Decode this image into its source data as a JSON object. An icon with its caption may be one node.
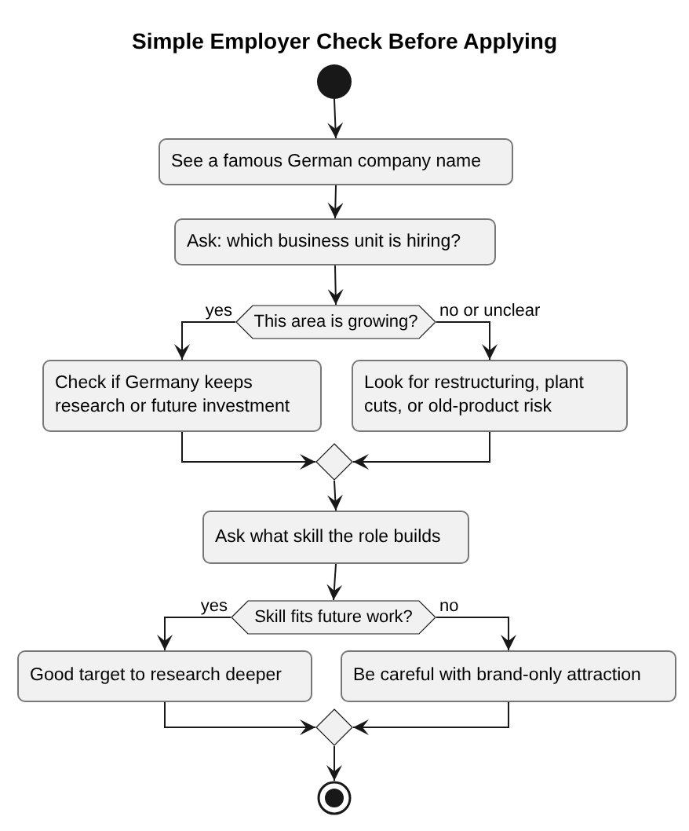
{
  "diagram": {
    "title": "Simple Employer Check Before Applying",
    "nodes": [
      {
        "text": [],
        "shape": "circle"
      },
      {
        "text": [
          "See a famous German company name"
        ]
      },
      {
        "text": [
          "Ask: which business unit is hiring?"
        ]
      },
      {
        "text": [
          "This area is growing?"
        ]
      },
      {
        "text": [
          "Check if Germany keeps research or future investment"
        ]
      },
      {
        "text": [
          "Look for restructuring, plant cuts, or old-product risk"
        ]
      },
      {
        "text": [],
        "shape": "diamond"
      },
      {
        "text": [
          "Ask what skill the role builds"
        ]
      },
      {
        "text": [
          "Skill fits future work?"
        ]
      },
      {
        "text": [
          "Good target to research deeper"
        ]
      },
      {
        "text": [
          "Be careful with brand-only attraction"
        ]
      },
      {
        "text": [],
        "shape": "diamond"
      },
      {
        "text": [],
        "shape": "circle"
      }
    ],
    "edges": [
      {
        "from": 0,
        "to": 1,
        "arrow": "to"
      },
      {
        "from": 1,
        "to": 2,
        "arrow": "to"
      },
      {
        "from": 2,
        "to": 3,
        "arrow": "to"
      },
      {
        "from": 3,
        "to": 4,
        "arrow": "to",
        "label": "yes"
      },
      {
        "from": 3,
        "to": 5,
        "arrow": "to",
        "label": "no or unclear"
      },
      {
        "from": 4,
        "to": 6,
        "arrow": "to"
      },
      {
        "from": 5,
        "to": 6,
        "arrow": "to"
      },
      {
        "from": 6,
        "to": 7,
        "arrow": "to"
      },
      {
        "from": 7,
        "to": 8,
        "arrow": "to"
      },
      {
        "from": 8,
        "to": 9,
        "arrow": "to",
        "label": "yes"
      },
      {
        "from": 8,
        "to": 10,
        "arrow": "to",
        "label": "no"
      },
      {
        "from": 9,
        "to": 11,
        "arrow": "to"
      },
      {
        "from": 10,
        "to": 11,
        "arrow": "to"
      },
      {
        "from": 11,
        "to": 12,
        "arrow": "to"
      }
    ]
  }
}
